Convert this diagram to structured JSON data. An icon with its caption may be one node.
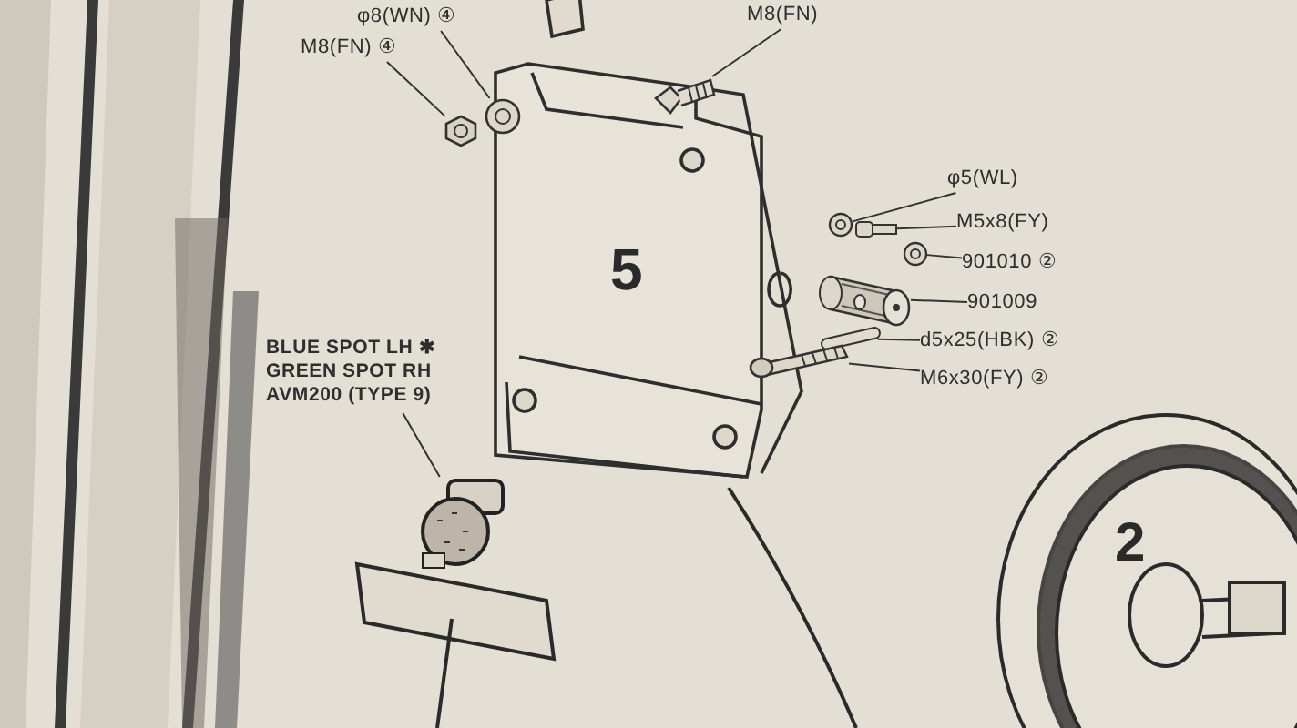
{
  "diagram": {
    "nodes": [
      {
        "text": [
          "M8(FN) ④"
        ]
      },
      {
        "text": [
          "φ8(WN) ④"
        ]
      },
      {
        "text": [
          "M8(FN)"
        ]
      },
      {
        "text": [
          "φ5(WL)"
        ]
      },
      {
        "text": [
          "M5x8(FY)"
        ]
      },
      {
        "text": [
          "901010 ②"
        ]
      },
      {
        "text": [
          "901009"
        ]
      },
      {
        "text": [
          "d5x25(HBK) ②"
        ]
      },
      {
        "text": [
          "M6x30(FY) ②"
        ]
      },
      {
        "text": [
          "BLUE SPOT LH ✱ GREEN SPOT RH AVM200 (TYPE 9)"
        ]
      },
      {
        "text": [],
        "shape": "picture"
      },
      {
        "text": [],
        "shape": "picture"
      },
      {
        "text": [],
        "shape": "picture"
      },
      {
        "text": [],
        "shape": "picture"
      },
      {
        "text": [],
        "shape": "picture"
      },
      {
        "text": [],
        "shape": "picture"
      },
      {
        "text": [],
        "shape": "picture"
      },
      {
        "text": [],
        "shape": "picture"
      },
      {
        "text": [],
        "shape": "picture"
      },
      {
        "text": [],
        "shape": "picture"
      }
    ],
    "edges": [
      {
        "from": 0,
        "to": 10,
        "arrow": "none"
      },
      {
        "from": 1,
        "to": 11,
        "arrow": "none"
      },
      {
        "from": 2,
        "to": 12,
        "arrow": "none"
      },
      {
        "from": 3,
        "to": 13,
        "arrow": "none"
      },
      {
        "from": 4,
        "to": 14,
        "arrow": "none"
      },
      {
        "from": 5,
        "to": 15,
        "arrow": "none"
      },
      {
        "from": 6,
        "to": 16,
        "arrow": "none"
      },
      {
        "from": 7,
        "to": 17,
        "arrow": "none"
      },
      {
        "from": 8,
        "to": 18,
        "arrow": "none"
      },
      {
        "from": 9,
        "to": 19,
        "arrow": "none"
      }
    ],
    "labels": [
      "5",
      "2"
    ]
  }
}
